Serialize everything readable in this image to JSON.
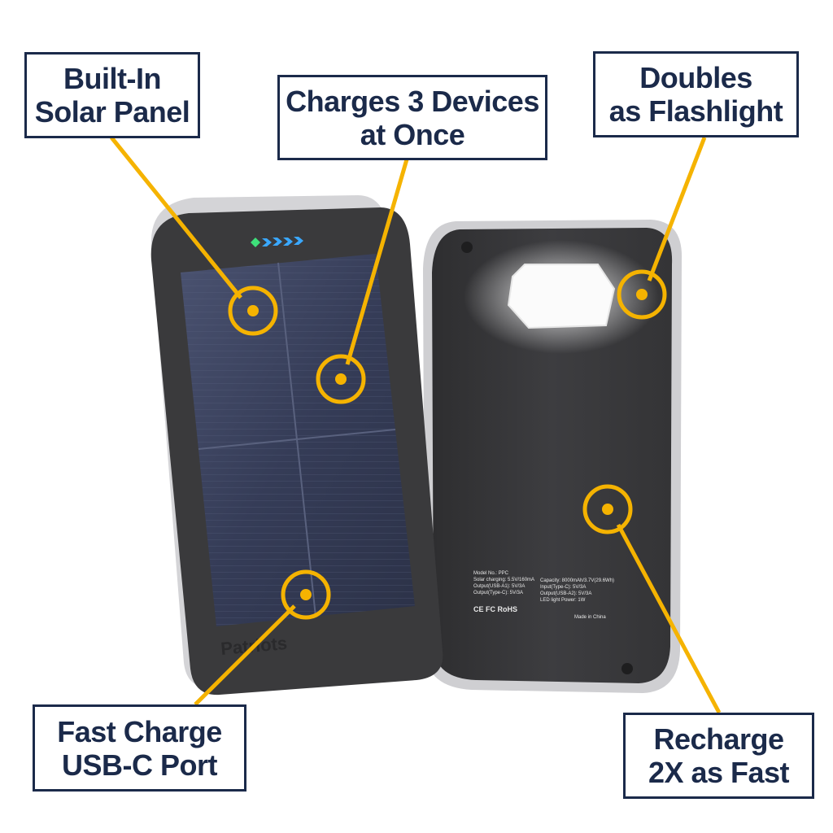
{
  "callouts": {
    "solar": {
      "line1": "Built-In",
      "line2": "Solar Panel"
    },
    "charges": {
      "line1": "Charges 3 Devices",
      "line2": "at Once"
    },
    "flashlight": {
      "line1": "Doubles",
      "line2": "as Flashlight"
    },
    "fast_charge": {
      "line1": "Fast Charge",
      "line2": "USB-C Port"
    },
    "recharge": {
      "line1": "Recharge",
      "line2": "2X as Fast"
    }
  },
  "brand": "Patriots",
  "spec_label": {
    "left": [
      "Model No.: PPC",
      "Solar charging: 5.5V/160mA",
      "Output(USB-A1): 5V/3A",
      "Output(Type-C): 5V/3A"
    ],
    "right": [
      "Capacity: 8000mAh/3.7V(29.6Wh)",
      "Input(Type-C): 5V/3A",
      "Output(USB-A2): 5V/3A",
      "LED light Power: 1W"
    ],
    "certs": "CE FC RoHS",
    "origin": "Made in China"
  },
  "colors": {
    "navy": "#1b2a4a",
    "callout_yellow": "#f5b301",
    "body_dark": "#3a3a3c",
    "panel_blue": "#3e4660",
    "led_green": "#3ee07a",
    "led_blue": "#3aa8ff"
  }
}
